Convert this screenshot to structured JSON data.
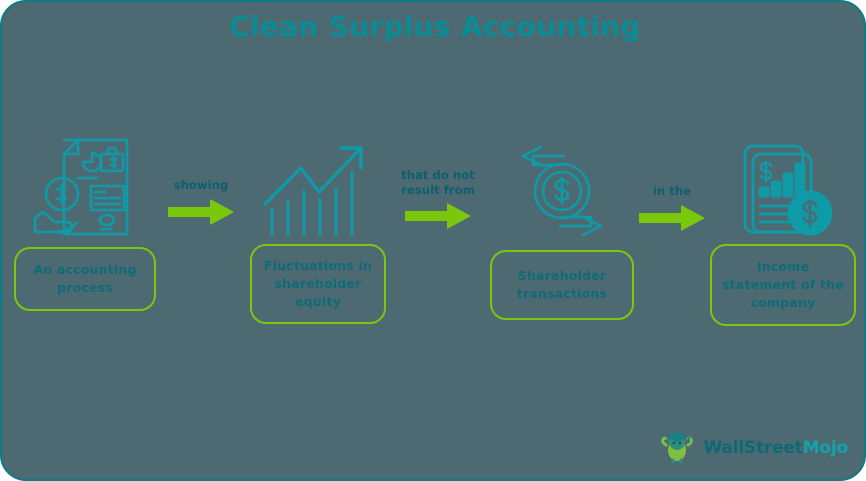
{
  "title": "Clean Surplus Accounting",
  "colors": {
    "background": "#4d6a72",
    "border": "#0b7b86",
    "title_text": "#0b8c94",
    "box_border": "#7ac70c",
    "box_text": "#0e6b78",
    "arrow": "#7ac70c",
    "icon_line": "#0e9aa7",
    "connector_label": "#0c5f6e"
  },
  "nodes": [
    {
      "id": "node-1",
      "label": "An accounting process",
      "icon": "document-hand-money-icon"
    },
    {
      "id": "node-2",
      "label": "Fluctuations in shareholder equity",
      "icon": "bar-chart-growth-arrow-icon"
    },
    {
      "id": "node-3",
      "label": "Shareholder transactions",
      "icon": "dollar-coin-exchange-arrows-icon"
    },
    {
      "id": "node-4",
      "label": "Income statement of the company",
      "icon": "financial-report-dollar-coin-icon"
    }
  ],
  "connectors": [
    {
      "id": "conn-1",
      "label": "showing",
      "icon": "arrow-right-icon"
    },
    {
      "id": "conn-2",
      "label": "that do not\nresult from",
      "icon": "arrow-right-icon"
    },
    {
      "id": "conn-3",
      "label": "in the",
      "icon": "arrow-right-icon"
    }
  ],
  "logo": {
    "brand_primary": "WallStreet",
    "brand_secondary": "Mojo",
    "icon": "wallstreetmojo-mascot-icon"
  }
}
